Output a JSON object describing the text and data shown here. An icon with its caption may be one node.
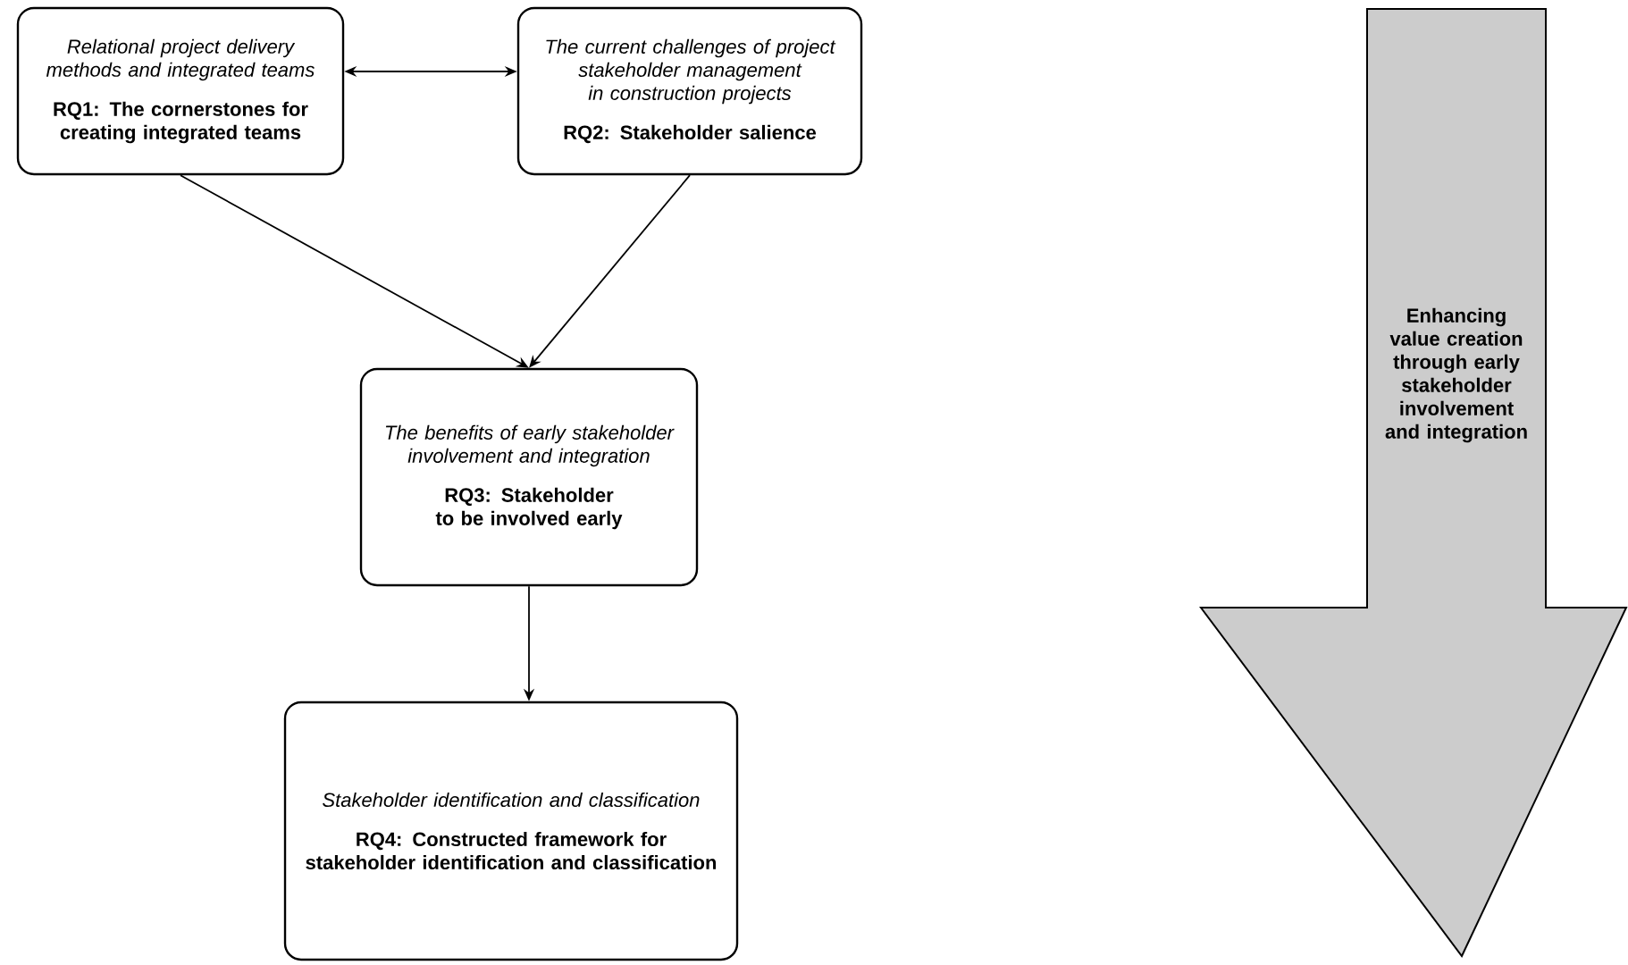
{
  "diagram": {
    "nodes": [
      {
        "text": [
          "Relational project delivery methods and integrated teams",
          "RQ1: The cornerstones for creating integrated teams"
        ]
      },
      {
        "text": [
          "The current challenges of project stakeholder management in construction projects",
          "RQ2: Stakeholder salience"
        ]
      },
      {
        "text": [
          "The benefits of early stakeholder involvement and integration",
          "RQ3: Stakeholder to be involved early"
        ]
      },
      {
        "text": [
          "Stakeholder identification and classification",
          "RQ4: Constructed framework for stakeholder identification and classification"
        ]
      },
      {
        "text": [
          "Enhancing value creation through early stakeholder involvement and integration"
        ]
      }
    ],
    "edges": [
      {
        "from": 0,
        "to": 1,
        "arrow": "both"
      },
      {
        "from": 0,
        "to": 2,
        "arrow": "to"
      },
      {
        "from": 1,
        "to": 2,
        "arrow": "to"
      },
      {
        "from": 2,
        "to": 3,
        "arrow": "to"
      }
    ]
  }
}
